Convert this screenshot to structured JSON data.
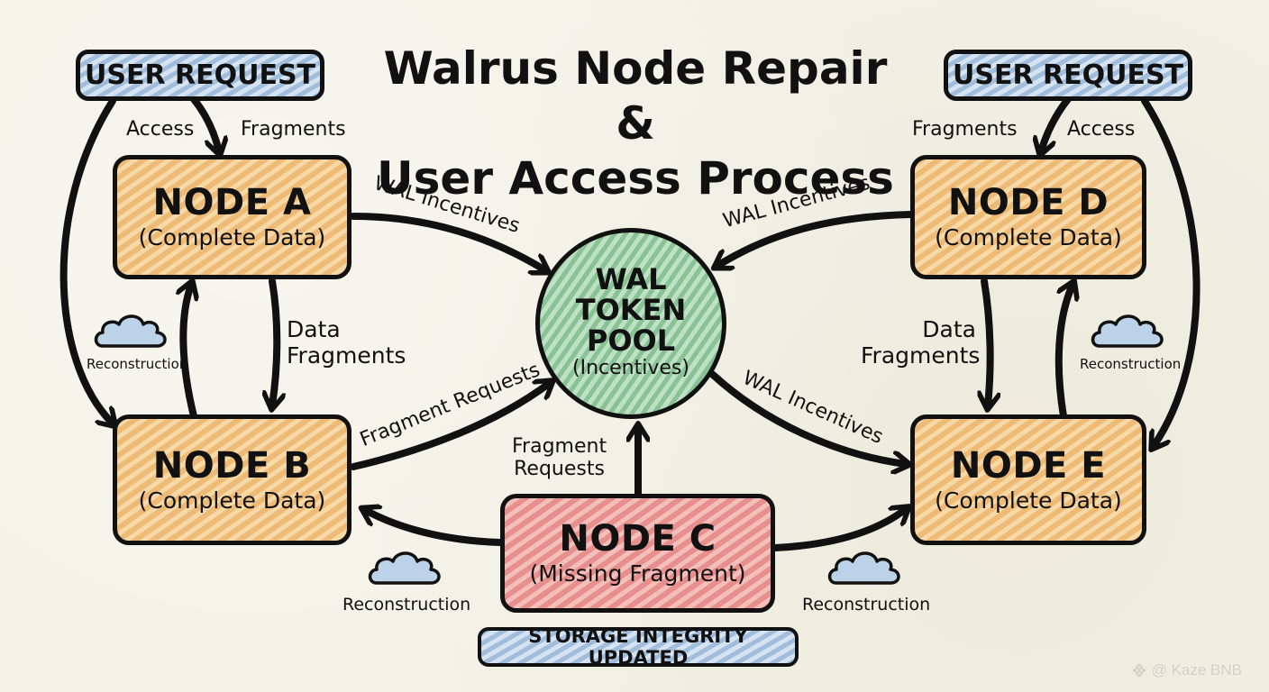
{
  "title": {
    "line1": "Walrus Node Repair &",
    "line2": "User Access Process"
  },
  "user_requests": [
    {
      "label": "USER REQUEST"
    },
    {
      "label": "USER REQUEST"
    }
  ],
  "nodes": {
    "a": {
      "title": "NODE A",
      "subtitle": "(Complete Data)",
      "status": "complete"
    },
    "b": {
      "title": "NODE B",
      "subtitle": "(Complete Data)",
      "status": "complete"
    },
    "c": {
      "title": "NODE C",
      "subtitle": "(Missing Fragment)",
      "status": "missing"
    },
    "d": {
      "title": "NODE D",
      "subtitle": "(Complete Data)",
      "status": "complete"
    },
    "e": {
      "title": "NODE E",
      "subtitle": "(Complete Data)",
      "status": "complete"
    }
  },
  "pool": {
    "line1": "WAL",
    "line2": "TOKEN",
    "line3": "POOL",
    "line4": "(Incentives)"
  },
  "edge_labels": {
    "left_access": "Access",
    "left_fragments": "Fragments",
    "right_fragments": "Fragments",
    "right_access": "Access",
    "a_to_pool": "WAL Incentives",
    "d_to_pool": "WAL Incentives",
    "pool_to_e": "WAL Incentives",
    "b_to_pool": "Fragment Requests",
    "c_to_pool_line1": "Fragment",
    "c_to_pool_line2": "Requests",
    "a_to_b_line1": "Data",
    "a_to_b_line2": "Fragments",
    "d_to_e_line1": "Data",
    "d_to_e_line2": "Fragments"
  },
  "reconstruction": {
    "left": "Reconstruction",
    "right": "Reconstruction",
    "bottom_left": "Reconstruction",
    "bottom_right": "Reconstruction"
  },
  "status_banner": "STORAGE INTEGRITY UPDATED",
  "watermark": "@ Kaze BNB",
  "colors": {
    "complete_node": "#f3c98c",
    "missing_node": "#e89a98",
    "pool": "#9fd0a8",
    "request": "#b7cde4",
    "stroke": "#111111",
    "background": "#f3f1e6"
  }
}
